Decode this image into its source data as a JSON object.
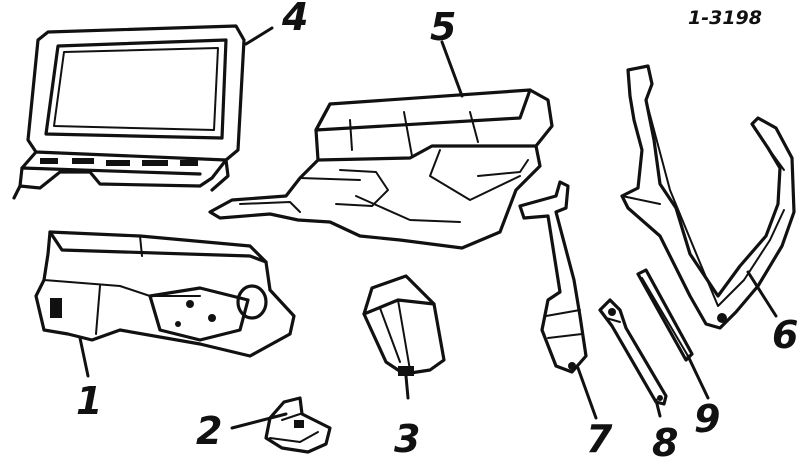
{
  "figure": {
    "reference_code": "1-3198",
    "callouts": [
      {
        "id": "part-1",
        "label": "1"
      },
      {
        "id": "part-2",
        "label": "2"
      },
      {
        "id": "part-3",
        "label": "3"
      },
      {
        "id": "part-4",
        "label": "4"
      },
      {
        "id": "part-5",
        "label": "5"
      },
      {
        "id": "part-6",
        "label": "6"
      },
      {
        "id": "part-7",
        "label": "7"
      },
      {
        "id": "part-8",
        "label": "8"
      },
      {
        "id": "part-9",
        "label": "9"
      }
    ]
  }
}
